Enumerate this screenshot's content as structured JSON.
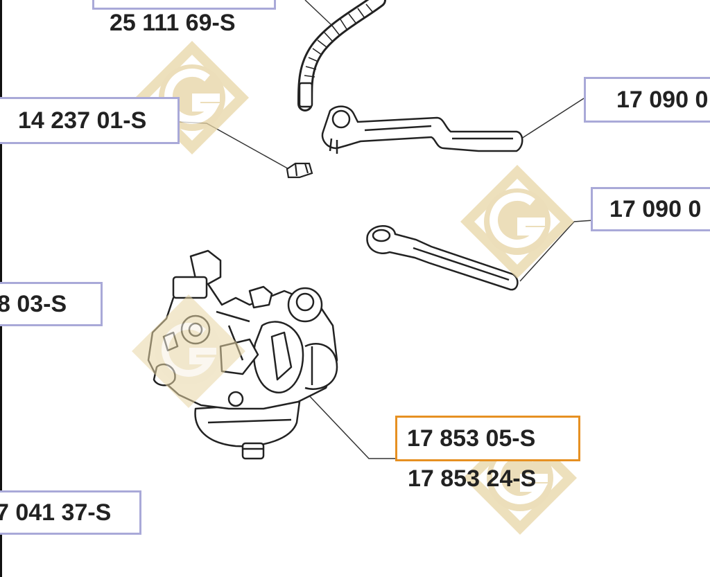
{
  "part_numbers": {
    "top_hose": "25 111 69-S",
    "clip": "14 237 01-S",
    "lever_upper": "17 090 0",
    "lever_lower": "17 090 0",
    "left_mid": "8 03-S",
    "carburetor_highlighted": "17 853 05-S",
    "carburetor_alt": "17 853 24-S",
    "left_bottom": "7 041 37-S"
  },
  "watermark_icon": "g-diamond-logo-icon",
  "colors": {
    "box_border": "#a9a9d8",
    "highlight_border": "#e69022",
    "watermark": "#e6d3a3",
    "line": "#222222"
  }
}
